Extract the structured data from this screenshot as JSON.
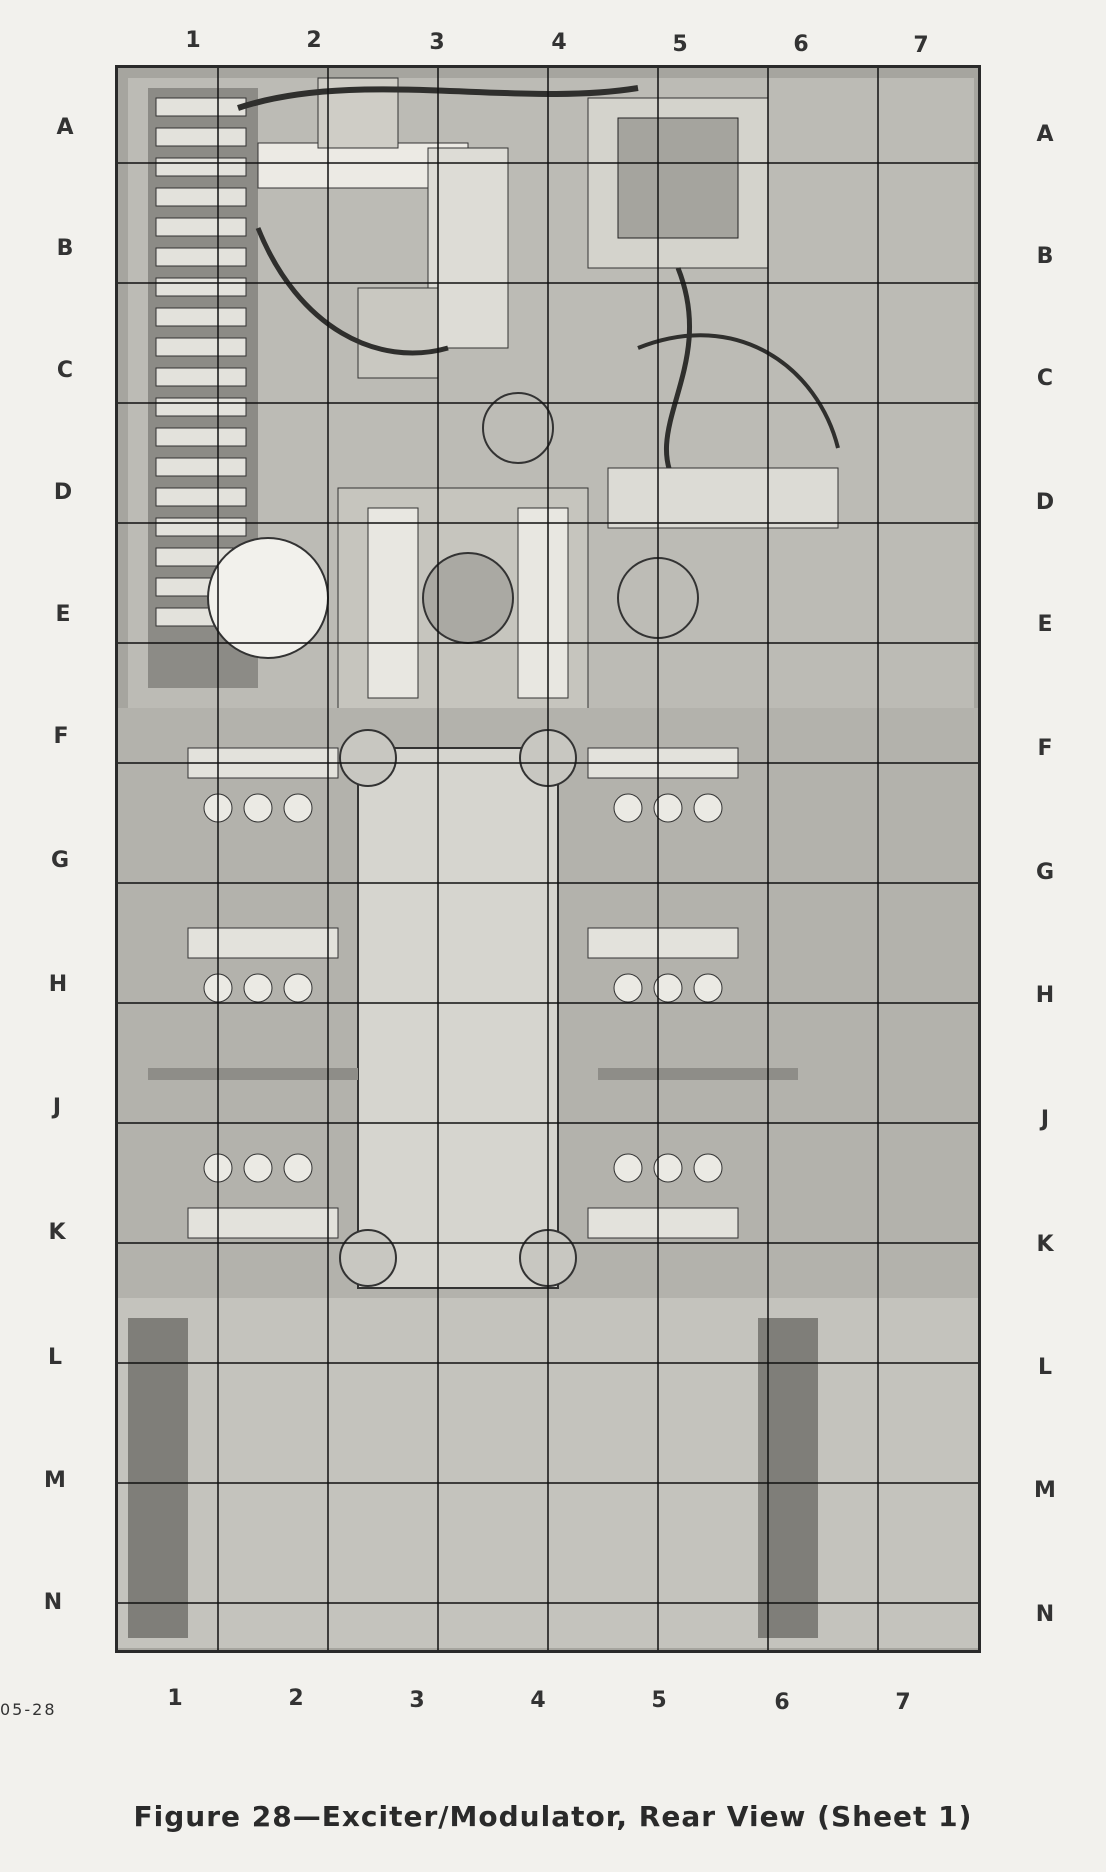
{
  "columns_top": [
    "1",
    "2",
    "3",
    "4",
    "5",
    "6",
    "7"
  ],
  "columns_bottom": [
    "1",
    "2",
    "3",
    "4",
    "5",
    "6",
    "7"
  ],
  "rows_left": [
    "A",
    "B",
    "C",
    "D",
    "E",
    "F",
    "G",
    "H",
    "J",
    "K",
    "L",
    "M",
    "N"
  ],
  "rows_right": [
    "A",
    "B",
    "C",
    "D",
    "E",
    "F",
    "G",
    "H",
    "J",
    "K",
    "L",
    "M",
    "N"
  ],
  "figure_id": "05-28",
  "caption": "Figure 28—Exciter/Modulator, Rear View (Sheet 1)",
  "photo": {
    "description_icon": "chassis-photo",
    "colors": {
      "metal": "#b9b8b2",
      "dark": "#3a3a38",
      "grid": "#111111",
      "light": "#e8e7e2"
    }
  }
}
